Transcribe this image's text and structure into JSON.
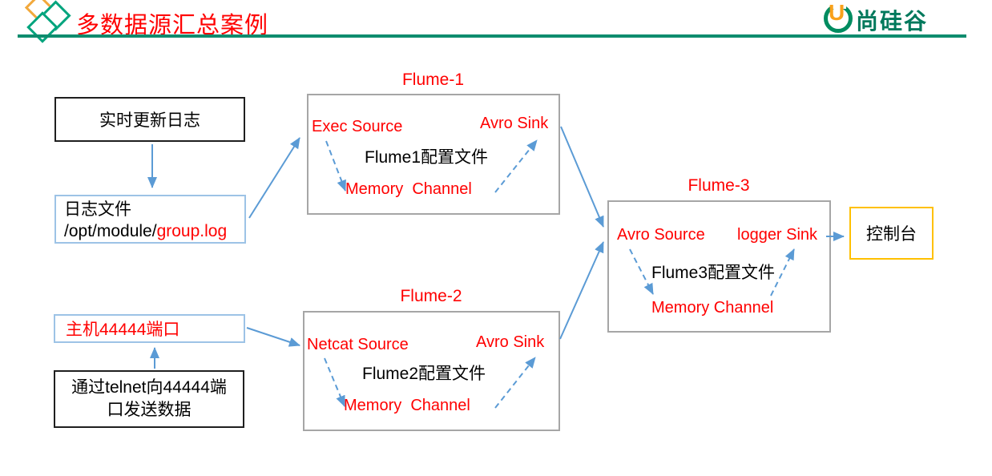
{
  "header": {
    "title": "多数据源汇总案例",
    "brand_text": "尚硅谷",
    "brand_u": "U"
  },
  "nodes": {
    "realtime_log": {
      "label": "实时更新日志"
    },
    "log_file": {
      "line1": "日志文件",
      "path_prefix": "/opt/module/",
      "file_highlight": "group.log"
    },
    "host_port": {
      "label": "主机44444端口"
    },
    "telnet": {
      "line1": "通过telnet向44444端",
      "line2": "口发送数据"
    },
    "console": {
      "label": "控制台"
    }
  },
  "flumes": [
    {
      "title": "Flume-1",
      "source": "Exec Source",
      "sink": "Avro Sink",
      "config": "Flume1配置文件",
      "channel": "Memory  Channel"
    },
    {
      "title": "Flume-2",
      "source": "Netcat Source",
      "sink": "Avro Sink",
      "config": "Flume2配置文件",
      "channel": "Memory  Channel"
    },
    {
      "title": "Flume-3",
      "source": "Avro Source",
      "sink": "logger Sink",
      "config": "Flume3配置文件",
      "channel": "Memory Channel"
    }
  ],
  "icons": {
    "logo_diamonds": "three-diamond-outline-logo",
    "brand_ring": "green-ring-orange-u-logo"
  },
  "colors": {
    "title_red": "#FF0000",
    "text_red": "#FF0000",
    "arrow_blue": "#5B9BD5",
    "box_border_blue": "#9DC3E6",
    "box_border_gray": "#A6A6A6",
    "box_border_black": "#1F1F1F",
    "console_border_orange": "#FFC000",
    "header_line_green": "#0E8C6E",
    "brand_green": "#00795C",
    "logo_orange": "#F2A93C",
    "logo_green": "#00A47D"
  }
}
